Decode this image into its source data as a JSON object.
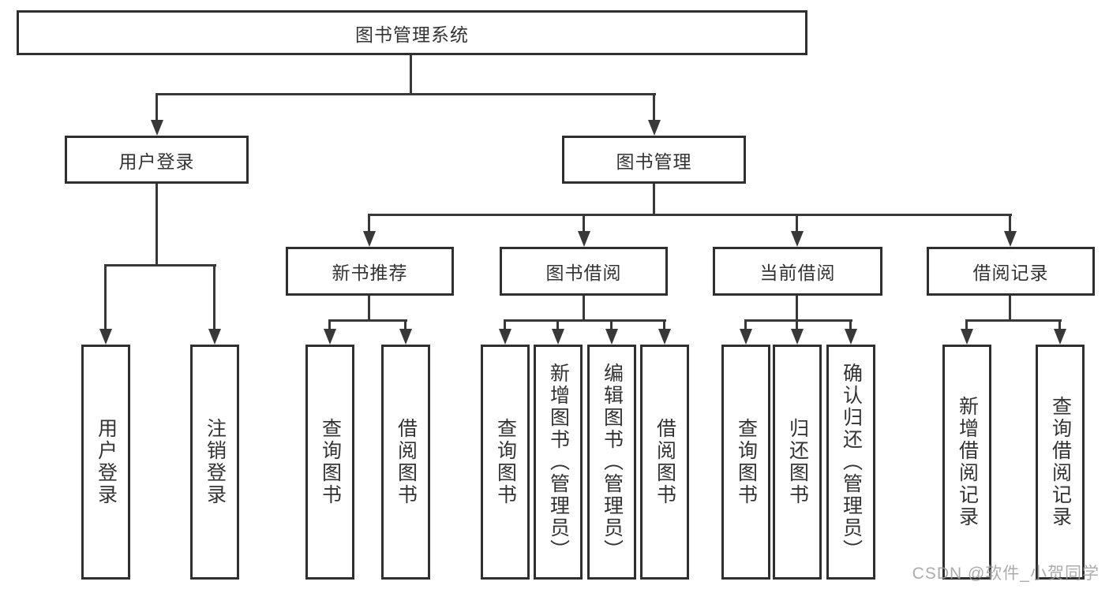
{
  "tree": {
    "root": {
      "label": "图书管理系统"
    },
    "children": [
      {
        "label": "用户登录",
        "children": [
          {
            "label": "用户登录"
          },
          {
            "label": "注销登录"
          }
        ]
      },
      {
        "label": "图书管理",
        "children": [
          {
            "label": "新书推荐",
            "children": [
              {
                "label": "查询图书"
              },
              {
                "label": "借阅图书"
              }
            ]
          },
          {
            "label": "图书借阅",
            "children": [
              {
                "label": "查询图书"
              },
              {
                "label": "新增图书（管理员）"
              },
              {
                "label": "编辑图书（管理员）"
              },
              {
                "label": "借阅图书"
              }
            ]
          },
          {
            "label": "当前借阅",
            "children": [
              {
                "label": "查询图书"
              },
              {
                "label": "归还图书"
              },
              {
                "label": "确认归还（管理员）"
              }
            ]
          },
          {
            "label": "借阅记录",
            "children": [
              {
                "label": "新增借阅记录"
              },
              {
                "label": "查询借阅记录"
              }
            ]
          }
        ]
      }
    ]
  },
  "watermark": {
    "text": "CSDN @软件_小贺同学"
  },
  "colors": {
    "box_border": "#2f2f2f",
    "connector_line": "#383838",
    "text": "#333333",
    "watermark_text": "#9e9e9e",
    "background": "#ffffff"
  }
}
